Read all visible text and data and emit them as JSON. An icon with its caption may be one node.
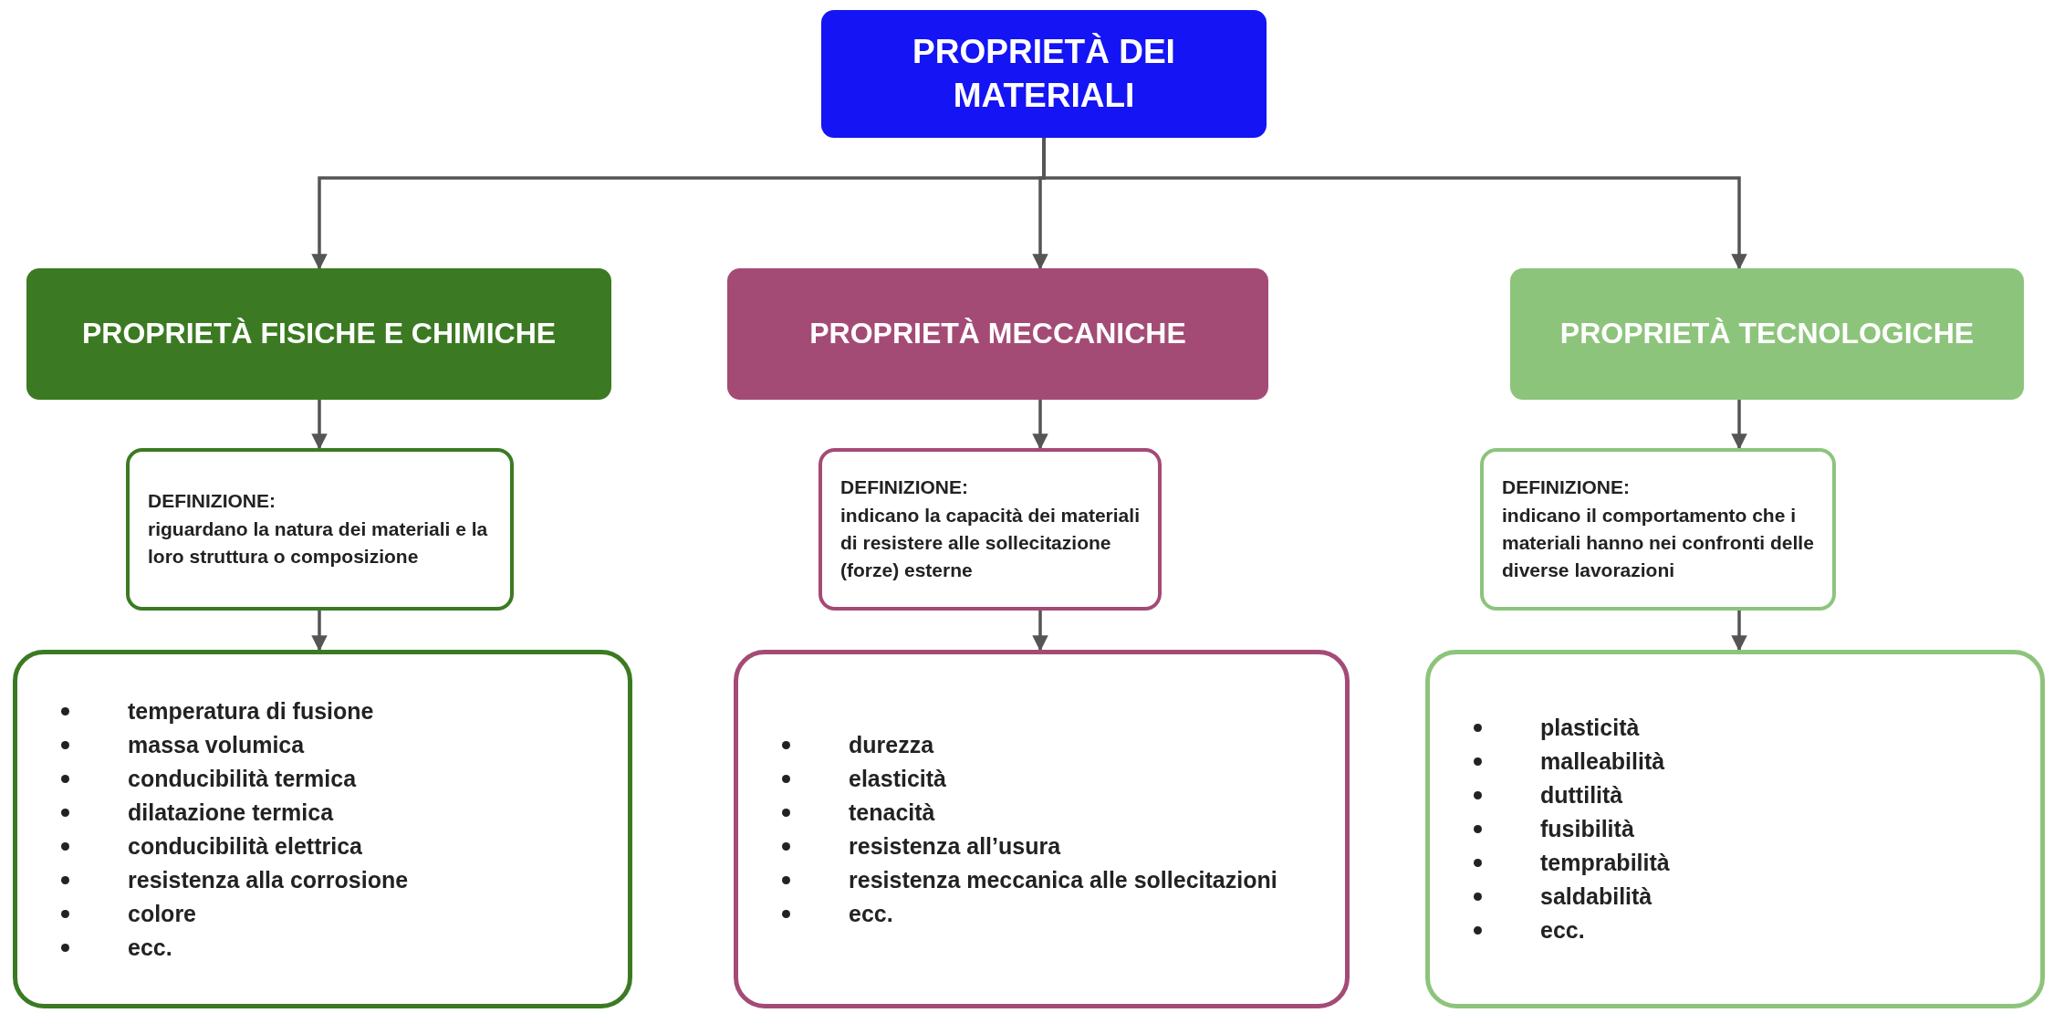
{
  "diagram": {
    "nodes": [
      {
        "text": [
          "PROPRIETÀ DEI MATERIALI"
        ]
      },
      {
        "text": [
          "PROPRIETÀ FISICHE E CHIMICHE"
        ]
      },
      {
        "text": [
          "PROPRIETÀ MECCANICHE"
        ]
      },
      {
        "text": [
          "PROPRIETÀ TECNOLOGICHE"
        ]
      },
      {
        "text": [
          "DEFINIZIONE:",
          "riguardano la natura dei materiali e la loro struttura o composizione"
        ]
      },
      {
        "text": [
          "DEFINIZIONE:",
          "indicano la capacità dei materiali di resistere alle sollecitazione (forze) esterne"
        ]
      },
      {
        "text": [
          "DEFINIZIONE:",
          "indicano il comportamento che i materiali hanno nei confronti delle diverse lavorazioni"
        ]
      },
      {
        "text": [
          "temperatura di fusione",
          "massa volumica",
          "conducibilità termica",
          "dilatazione termica",
          "conducibilità elettrica",
          "resistenza alla corrosione",
          "colore",
          "ecc."
        ]
      },
      {
        "text": [
          "durezza",
          "elasticità",
          "tenacità",
          "resistenza all’usura",
          "resistenza meccanica alle sollecitazioni",
          "ecc."
        ]
      },
      {
        "text": [
          "plasticità",
          "malleabilità",
          "duttilità",
          "fusibilità",
          "temprabilità",
          "saldabilità",
          "ecc."
        ]
      }
    ],
    "edges": [
      {
        "from": 0,
        "to": 1,
        "arrow": "to"
      },
      {
        "from": 0,
        "to": 2,
        "arrow": "to"
      },
      {
        "from": 0,
        "to": 3,
        "arrow": "to"
      },
      {
        "from": 1,
        "to": 4,
        "arrow": "to"
      },
      {
        "from": 2,
        "to": 5,
        "arrow": "to"
      },
      {
        "from": 3,
        "to": 6,
        "arrow": "to"
      },
      {
        "from": 4,
        "to": 7,
        "arrow": "to"
      },
      {
        "from": 5,
        "to": 8,
        "arrow": "to"
      },
      {
        "from": 6,
        "to": 9,
        "arrow": "to"
      }
    ]
  }
}
